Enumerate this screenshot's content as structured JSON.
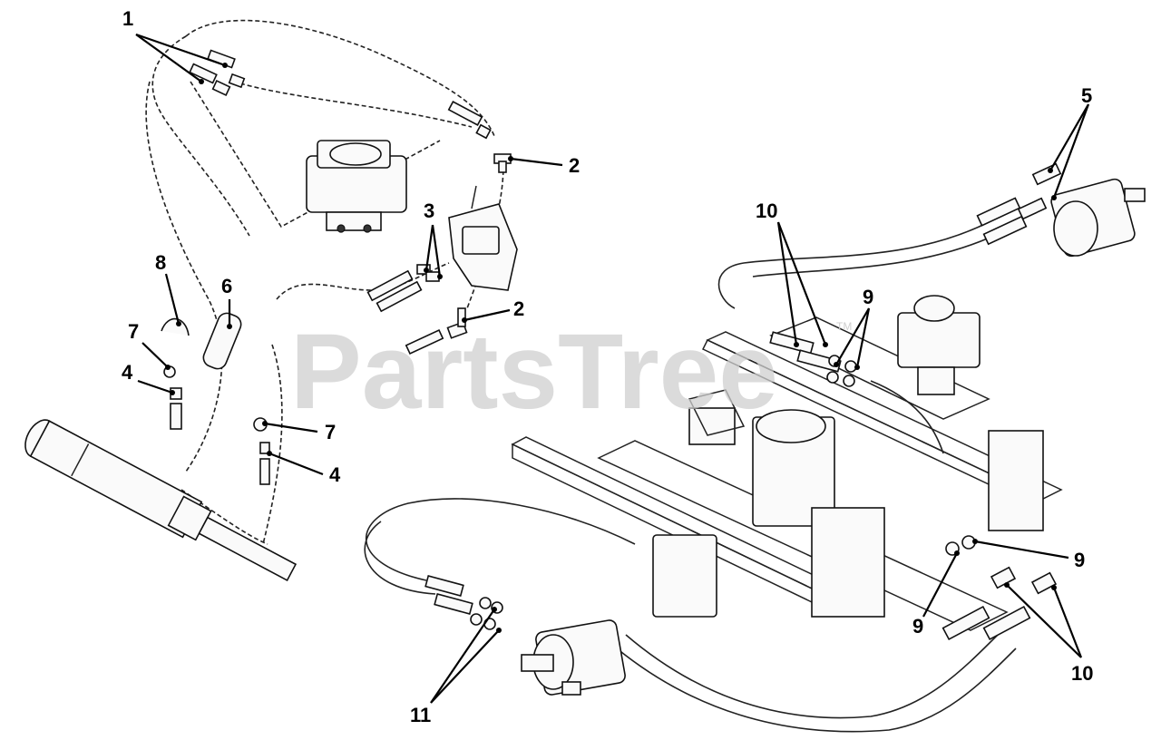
{
  "watermark": {
    "text": "PartsTree",
    "trademark": "TM"
  },
  "callouts": [
    {
      "id": "c1",
      "label": "1"
    },
    {
      "id": "c2a",
      "label": "2"
    },
    {
      "id": "c2b",
      "label": "2"
    },
    {
      "id": "c3",
      "label": "3"
    },
    {
      "id": "c4a",
      "label": "4"
    },
    {
      "id": "c4b",
      "label": "4"
    },
    {
      "id": "c5",
      "label": "5"
    },
    {
      "id": "c6",
      "label": "6"
    },
    {
      "id": "c7a",
      "label": "7"
    },
    {
      "id": "c7b",
      "label": "7"
    },
    {
      "id": "c8",
      "label": "8"
    },
    {
      "id": "c9a",
      "label": "9"
    },
    {
      "id": "c9b",
      "label": "9"
    },
    {
      "id": "c9c",
      "label": "9"
    },
    {
      "id": "c10a",
      "label": "10"
    },
    {
      "id": "c10b",
      "label": "10"
    },
    {
      "id": "c11",
      "label": "11"
    }
  ]
}
